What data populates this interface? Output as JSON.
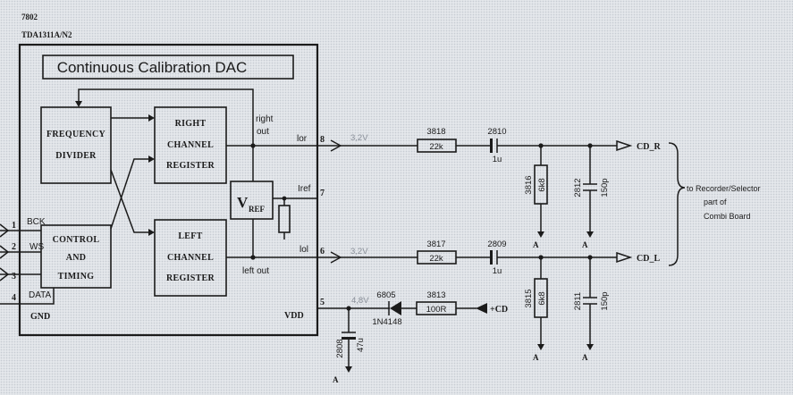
{
  "header": {
    "designator": "7802",
    "part_number": "TDA1311A/N2"
  },
  "ic": {
    "title": "Continuous Calibration DAC",
    "frequency_divider": [
      "FREQUENCY",
      "DIVIDER"
    ],
    "right_register": [
      "RIGHT",
      "CHANNEL",
      "REGISTER"
    ],
    "left_register": [
      "LEFT",
      "CHANNEL",
      "REGISTER"
    ],
    "control_timing": [
      "CONTROL",
      "AND",
      "TIMING"
    ],
    "vref": {
      "symbol": "V",
      "subscript": "REF"
    },
    "right_out": [
      "right",
      "out"
    ],
    "left_out": "left out",
    "ior": "lor",
    "iref": "Iref",
    "iol": "lol",
    "vdd": "VDD",
    "gnd": "GND",
    "inputs": [
      {
        "pin": "1",
        "name": "BCK"
      },
      {
        "pin": "2",
        "name": "WS"
      },
      {
        "pin": "3"
      },
      {
        "pin": "4",
        "name": "DATA"
      }
    ],
    "outputs": {
      "pin8": "8",
      "pin7": "7",
      "pin6": "6",
      "pin5": "5"
    }
  },
  "right_channel": {
    "voltage": "3,2V",
    "resistor": {
      "ref": "3818",
      "value": "22k"
    },
    "capacitor": {
      "ref": "2810",
      "value": "1u"
    },
    "shunt_resistor": {
      "ref": "3816",
      "value": "6k8"
    },
    "shunt_capacitor": {
      "ref": "2812",
      "value": "150p"
    },
    "output": "CD_R"
  },
  "left_channel": {
    "voltage": "3,2V",
    "resistor": {
      "ref": "3817",
      "value": "22k"
    },
    "capacitor": {
      "ref": "2809",
      "value": "1u"
    },
    "shunt_resistor": {
      "ref": "3815",
      "value": "6k8"
    },
    "shunt_capacitor": {
      "ref": "2811",
      "value": "150p"
    },
    "output": "CD_L"
  },
  "supply": {
    "voltage": "4,8V",
    "diode": {
      "ref": "6805",
      "type": "1N4148"
    },
    "resistor": {
      "ref": "3813",
      "value": "100R"
    },
    "source": "+CD",
    "capacitor": {
      "ref": "2808",
      "value": "47u"
    }
  },
  "destination": [
    "to Recorder/Selector",
    "part of",
    "Combi Board"
  ],
  "ground_label": "A",
  "colors": {
    "line": "#1b1b1b",
    "voltage_text": "#8a9099",
    "background": "#e4e7eb"
  }
}
